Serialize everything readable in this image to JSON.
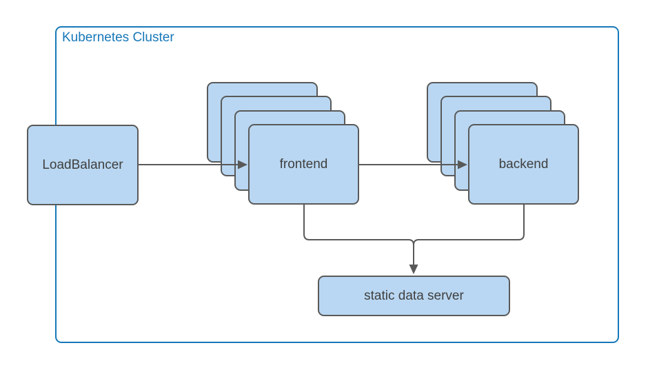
{
  "diagram": {
    "cluster_label": "Kubernetes Cluster",
    "nodes": {
      "load_balancer": {
        "label": "LoadBalancer"
      },
      "frontend": {
        "label": "frontend",
        "replicas": 4
      },
      "backend": {
        "label": "backend",
        "replicas": 4
      },
      "static_data_server": {
        "label": "static data server"
      }
    },
    "edges": [
      {
        "from": "LoadBalancer",
        "to": "frontend"
      },
      {
        "from": "frontend",
        "to": "backend"
      },
      {
        "from": "frontend",
        "to": "static data server"
      },
      {
        "from": "backend",
        "to": "static data server"
      }
    ],
    "colors": {
      "cluster_border": "#1778b8",
      "cluster_label": "#1778b8",
      "node_fill": "#b9d7f2",
      "node_border": "#595959",
      "connector": "#595959",
      "node_text": "#3f3f3f",
      "background": "#ffffff"
    }
  }
}
